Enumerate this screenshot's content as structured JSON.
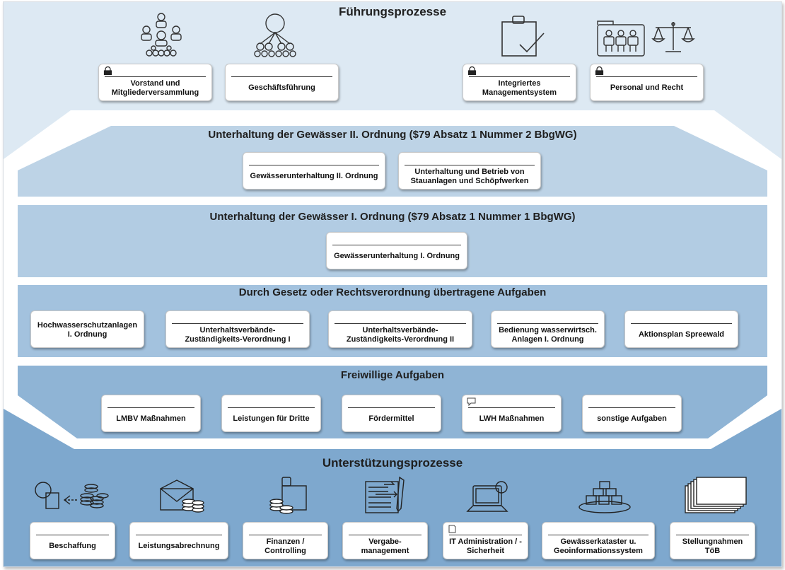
{
  "fuehrung": {
    "title": "Führungsprozesse",
    "cards": [
      {
        "label": "Vorstand und\nMitgliederversammlung"
      },
      {
        "label": "Geschäftsführung"
      },
      {
        "label": "Integriertes\nManagementsystem"
      },
      {
        "label": "Personal und Recht"
      }
    ]
  },
  "band2": {
    "title": "Unterhaltung der Gewässer II. Ordnung ($79 Absatz 1 Nummer 2 BbgWG)",
    "cards": [
      {
        "label": "Gewässerunterhaltung II. Ordnung"
      },
      {
        "label": "Unterhaltung und Betrieb von\nStauanlagen und Schöpfwerken"
      }
    ]
  },
  "band1": {
    "title": "Unterhaltung der Gewässer I. Ordnung ($79 Absatz 1 Nummer 1 BbgWG)",
    "cards": [
      {
        "label": "Gewässerunterhaltung I. Ordnung"
      }
    ]
  },
  "gesetz": {
    "title": "Durch Gesetz oder Rechtsverordnung übertragene Aufgaben",
    "cards": [
      {
        "label": "Hochwasserschutzanlagen\nI. Ordnung"
      },
      {
        "label": "Unterhaltsverbände-\nZuständigkeits-Verordnung I"
      },
      {
        "label": "Unterhaltsverbände-\nZuständigkeits-Verordnung II"
      },
      {
        "label": "Bedienung wasserwirtsch.\nAnlagen I. Ordnung"
      },
      {
        "label": "Aktionsplan Spreewald"
      }
    ]
  },
  "freiwillig": {
    "title": "Freiwillige Aufgaben",
    "cards": [
      {
        "label": "LMBV Maßnahmen"
      },
      {
        "label": "Leistungen für Dritte"
      },
      {
        "label": "Fördermittel"
      },
      {
        "label": "LWH Maßnahmen"
      },
      {
        "label": "sonstige Aufgaben"
      }
    ]
  },
  "unterstuetzung": {
    "title": "Unterstützungsprozesse",
    "cards": [
      {
        "label": "Beschaffung"
      },
      {
        "label": "Leistungsabrechnung"
      },
      {
        "label": "Finanzen /\nControlling"
      },
      {
        "label": "Vergabe-\nmanagement"
      },
      {
        "label": "IT Administration / -\nSicherheit"
      },
      {
        "label": "Gewässerkataster u.\nGeoinformationssystem"
      },
      {
        "label": "Stellungnahmen\nTöB"
      }
    ]
  },
  "colors": {
    "top": "#dde9f3",
    "band_light": "#bdd3e6",
    "band_mid": "#a9c6df",
    "band_dark": "#8fb4d5",
    "bottom": "#7ea8ce"
  }
}
